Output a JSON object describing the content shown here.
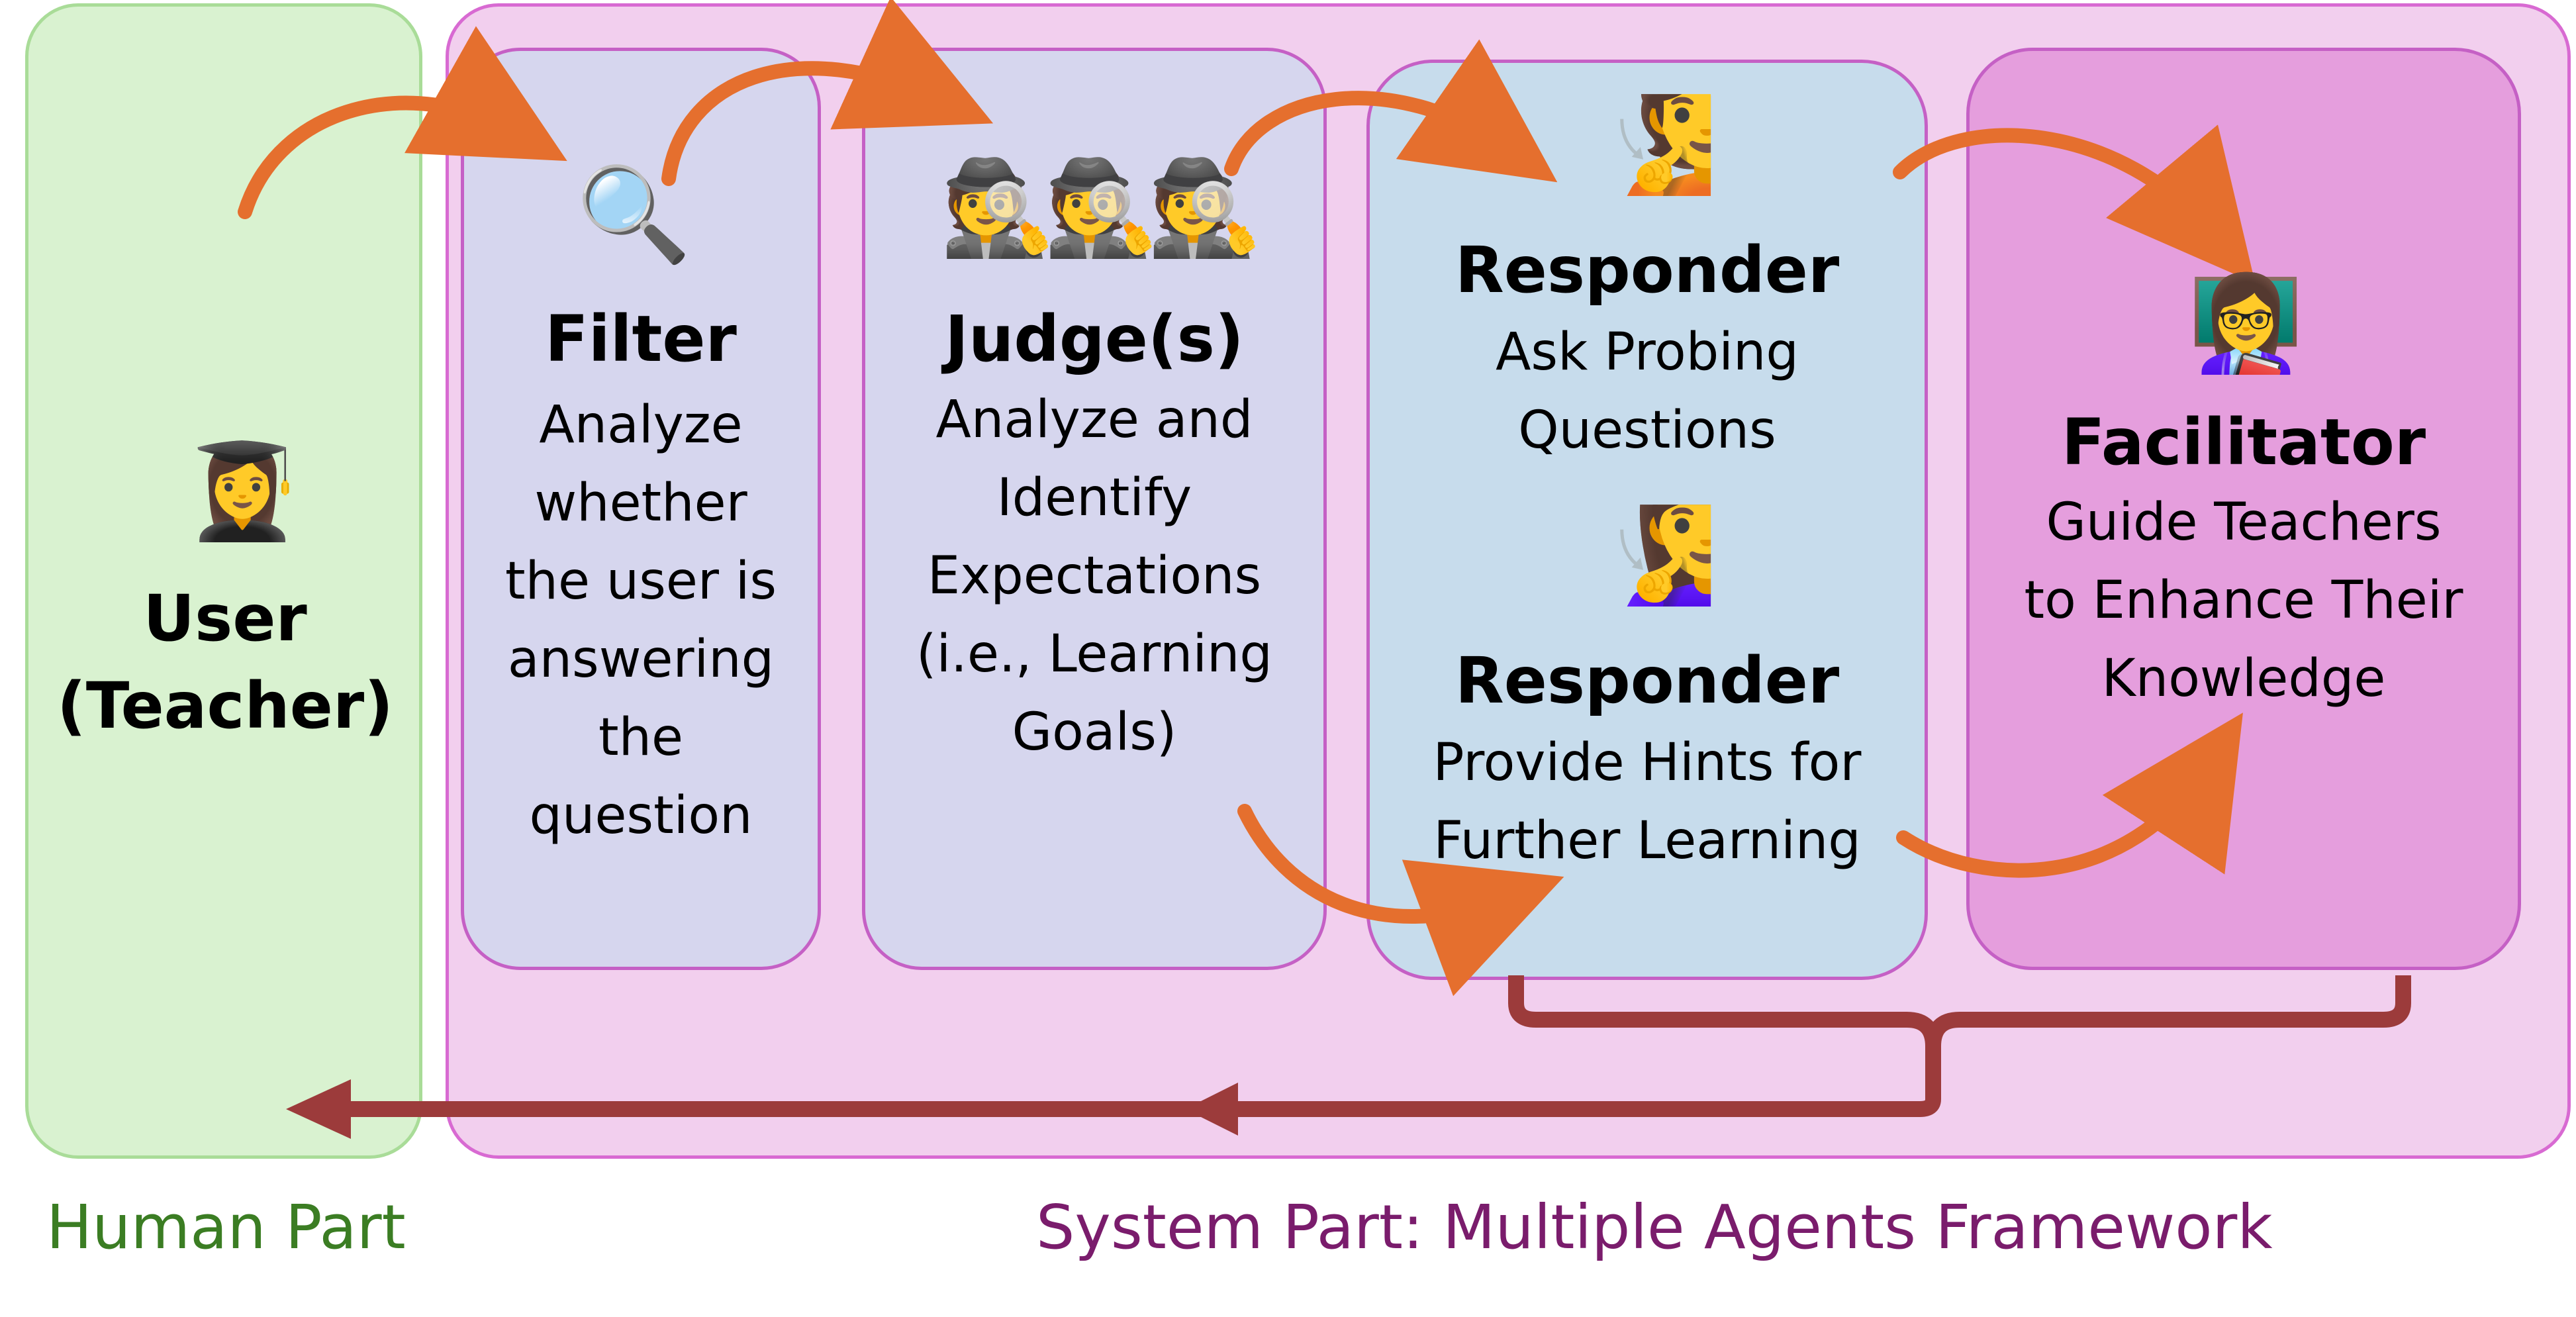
{
  "user": {
    "title_lines": [
      "User",
      "(Teacher)"
    ]
  },
  "filter": {
    "title": "Filter",
    "desc_lines": [
      "Analyze",
      "whether",
      "the user is",
      "answering",
      "the",
      "question"
    ]
  },
  "judge": {
    "title": "Judge(s)",
    "desc_lines": [
      "Analyze and",
      "Identify",
      "Expectations",
      "(i.e., Learning",
      "Goals)"
    ]
  },
  "responder_probe": {
    "title": "Responder",
    "desc_lines": [
      "Ask Probing",
      "Questions"
    ]
  },
  "responder_hint": {
    "title": "Responder",
    "desc_lines": [
      "Provide Hints for",
      "Further Learning"
    ]
  },
  "facilitator": {
    "title": "Facilitator",
    "desc_lines": [
      "Guide Teachers",
      "to Enhance Their",
      "Knowledge"
    ]
  },
  "captions": {
    "human": "Human Part",
    "system": "System Part: Multiple Agents Framework"
  },
  "colors": {
    "human_fill": "#d9f2d0",
    "human_border": "#a9dc98",
    "system_fill": "#f2cfee",
    "system_border": "#d86ad2",
    "agent_fill": "#d6d6ee",
    "responder_fill": "#c7dcec",
    "facilitator_fill": "#e59edd",
    "agent_border": "#c560c5",
    "orange": "#e56f2e",
    "maroon": "#9c3b3b",
    "human_caption": "#3b7d23",
    "system_caption": "#7a1c6c"
  }
}
